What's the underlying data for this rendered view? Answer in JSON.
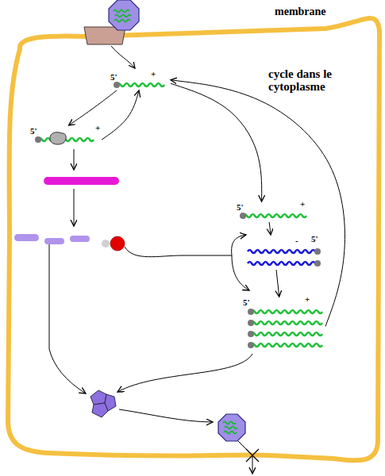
{
  "diagram": {
    "nodes": [
      {
        "text": [
          "membrane",
          "cycle dans le cytoplasme"
        ]
      },
      {
        "text": [
          "5'",
          "+"
        ],
        "in": 0
      },
      {
        "text": [
          "5'",
          "+"
        ],
        "in": 0
      },
      {
        "text": [
          "5'",
          "+"
        ],
        "in": 0
      },
      {
        "text": [
          "-",
          "5'"
        ],
        "in": 0
      },
      {
        "text": [
          "5'",
          "+"
        ],
        "in": 0
      }
    ],
    "edges": [
      {
        "from": 1,
        "to": 2,
        "arrow": "to"
      },
      {
        "from": 2,
        "to": 1,
        "arrow": "to"
      },
      {
        "from": 1,
        "to": 3,
        "arrow": "to"
      },
      {
        "from": 3,
        "to": 4,
        "arrow": "to"
      },
      {
        "from": 4,
        "to": 5,
        "arrow": "to"
      },
      {
        "from": 5,
        "to": 1,
        "arrow": "to"
      }
    ]
  }
}
